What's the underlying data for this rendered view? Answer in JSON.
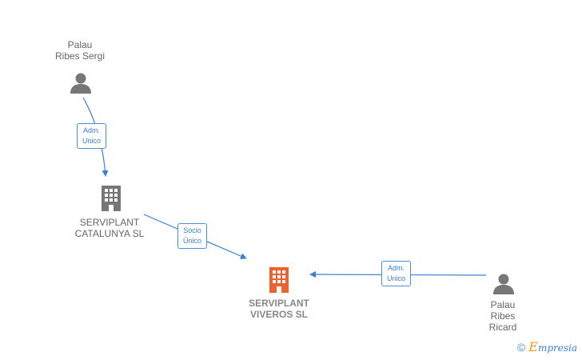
{
  "nodes": {
    "person_sergi": {
      "label": "Palau\nRibes Sergi"
    },
    "company_catalunya": {
      "label": "SERVIPLANT\nCATALUNYA SL"
    },
    "company_viveros": {
      "label": "SERVIPLANT\nVIVEROS  SL"
    },
    "person_ricard": {
      "label": "Palau\nRibes\nRicard"
    }
  },
  "edges": {
    "sergi_to_catalunya": {
      "label": "Adm.\nUnico"
    },
    "catalunya_to_viveros": {
      "label": "Socio\nÚnico"
    },
    "ricard_to_viveros": {
      "label": "Adm.\nUnico"
    }
  },
  "colors": {
    "edge": "#3b7fd1",
    "person_icon": "#777777",
    "company_icon": "#777777",
    "main_company_icon": "#f0622d"
  },
  "brand": {
    "copyright": "©",
    "initial": "E",
    "rest": "mpresia"
  }
}
